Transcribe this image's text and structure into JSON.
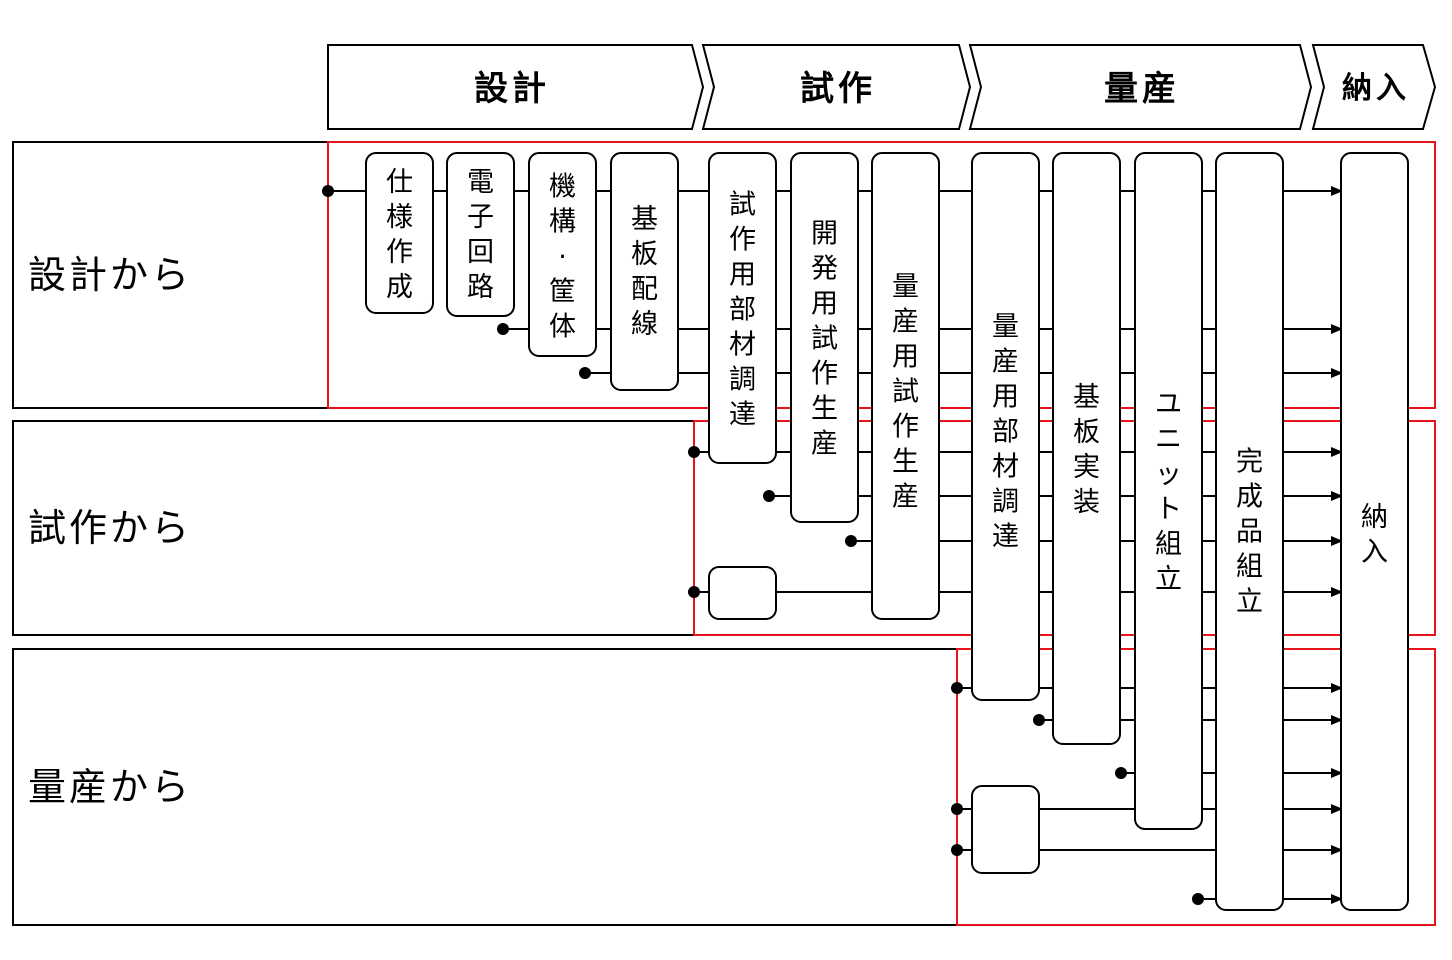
{
  "phases": [
    {
      "id": "design",
      "label": "設計"
    },
    {
      "id": "prototype",
      "label": "試作"
    },
    {
      "id": "mass",
      "label": "量産"
    },
    {
      "id": "delivery",
      "label": "納入"
    }
  ],
  "rows": [
    {
      "id": "from-design",
      "label": "設計から"
    },
    {
      "id": "from-prototype",
      "label": "試作から"
    },
    {
      "id": "from-mass",
      "label": "量産から"
    }
  ],
  "processes": [
    {
      "id": "spec",
      "label": "仕様作成"
    },
    {
      "id": "circuit",
      "label": "電子回路"
    },
    {
      "id": "mechanism",
      "label": "機構・筐体"
    },
    {
      "id": "pcb-layout",
      "label": "基板配線"
    },
    {
      "id": "proto-parts",
      "label": "試作用部材調達"
    },
    {
      "id": "dev-proto",
      "label": "開発用試作生産"
    },
    {
      "id": "mass-proto",
      "label": "量産用試作生産"
    },
    {
      "id": "mass-parts",
      "label": "量産用部材調達"
    },
    {
      "id": "pcb-mount",
      "label": "基板実装"
    },
    {
      "id": "unit-assembly",
      "label": "ユニット組立"
    },
    {
      "id": "final-assembly",
      "label": "完成品組立"
    },
    {
      "id": "delivery",
      "label": "納入"
    }
  ],
  "colors": {
    "stroke": "#000000",
    "highlight": "#e8141c",
    "background": "#ffffff"
  }
}
